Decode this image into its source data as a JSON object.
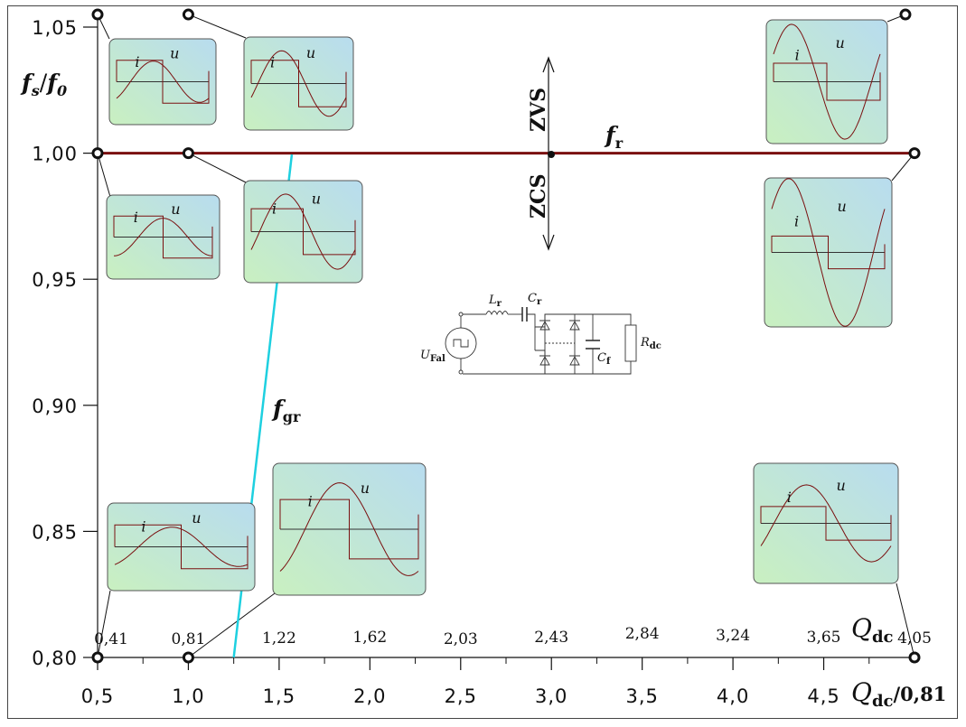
{
  "chart_data": {
    "type": "line",
    "x_ticks": [
      "0,5",
      "1,0",
      "1,5",
      "2,0",
      "2,5",
      "3,0",
      "3,5",
      "4,0",
      "4,5"
    ],
    "x_ticks_values": [
      0.5,
      1.0,
      1.5,
      2.0,
      2.5,
      3.0,
      3.5,
      4.0,
      4.5
    ],
    "y_ticks": [
      "1,05",
      "1,00",
      "0,95",
      "0,90",
      "0,85",
      "0,80"
    ],
    "y_ticks_values": [
      1.05,
      1.0,
      0.95,
      0.9,
      0.85,
      0.8
    ],
    "xlim": [
      0.5,
      5.0
    ],
    "ylim": [
      0.8,
      1.05
    ],
    "top_axis_ticks": [
      "0,41",
      "0,81",
      "1,22",
      "1,62",
      "2,03",
      "2,43",
      "2,84",
      "3,24",
      "3,65",
      "4,05"
    ],
    "ylabel": {
      "f": "f",
      "s": "s",
      "slash": "/",
      "f2": "f",
      "zero": "0"
    },
    "xlabel": {
      "Q": "Q",
      "sub": "dc",
      "suffix": "/0,81"
    },
    "top_axis_label": {
      "Q": "Q",
      "sub": "dc"
    },
    "series": [
      {
        "name": "fr",
        "label_main": "f",
        "label_sub": "r",
        "x": [
          0.5,
          5.0
        ],
        "y": [
          1.0,
          1.0
        ],
        "color": "#7a1010"
      },
      {
        "name": "fgr",
        "label_main": "f",
        "label_sub": "gr",
        "x": [
          1.25,
          1.57
        ],
        "y": [
          0.8,
          0.9995
        ],
        "color": "#1ed0e0"
      }
    ],
    "annotations": {
      "zvs": "ZVS",
      "zcs": "ZCS"
    },
    "marker_points": [
      {
        "x": 0.5,
        "y": 1.055
      },
      {
        "x": 1.0,
        "y": 1.055
      },
      {
        "x": 4.95,
        "y": 1.055
      },
      {
        "x": 0.5,
        "y": 1.0
      },
      {
        "x": 1.0,
        "y": 1.0
      },
      {
        "x": 5.0,
        "y": 1.0
      },
      {
        "x": 0.5,
        "y": 0.8
      },
      {
        "x": 1.0,
        "y": 0.8
      },
      {
        "x": 5.0,
        "y": 0.8
      }
    ],
    "insets": [
      {
        "i": "i",
        "u": "u"
      },
      {
        "i": "i",
        "u": "u"
      },
      {
        "i": "i",
        "u": "u"
      },
      {
        "i": "i",
        "u": "u"
      },
      {
        "i": "i",
        "u": "u"
      },
      {
        "i": "i",
        "u": "u"
      },
      {
        "i": "i",
        "u": "u"
      },
      {
        "i": "i",
        "u": "u"
      },
      {
        "i": "i",
        "u": "u"
      }
    ],
    "circuit": {
      "L": "L",
      "L_sub": "r",
      "C": "C",
      "C_sub": "r",
      "Cf": "C",
      "Cf_sub": "f",
      "R": "R",
      "R_sub": "dc",
      "U": "U",
      "U_sub": "Fal"
    }
  }
}
